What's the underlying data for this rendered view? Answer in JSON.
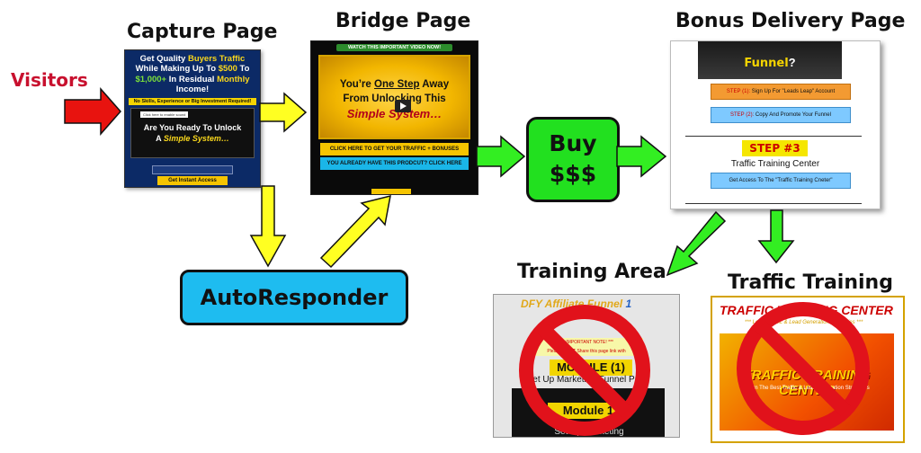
{
  "headings": {
    "capture": "Capture Page",
    "bridge": "Bridge Page",
    "bonus": "Bonus Delivery Page",
    "training": "Training Area",
    "traffic": "Traffic Training"
  },
  "visitors": "Visitors",
  "buy": {
    "line1": "Buy",
    "line2": "$$$"
  },
  "autoresponder": "AutoResponder",
  "capture_page": {
    "headline_a": "Get Quality ",
    "headline_b": "Buyers Traffic",
    "headline_c": " While Making Up To ",
    "headline_d": "$500",
    "headline_e": " To ",
    "headline_f": "$1,000+",
    "headline_g": " In Residual ",
    "headline_h": "Monthly",
    "headline_i": " Income!",
    "bar": "No Skills, Experience or Big Investment Required!",
    "tiny": "Click here to enable sound",
    "question_a": "Are You Ready To Unlock",
    "question_b": "A ",
    "question_c": "Simple System…",
    "button": "Get Instant Access"
  },
  "bridge_page": {
    "top_bar": "WATCH THIS IMPORTANT VIDEO NOW!",
    "line1a": "You’re ",
    "line1b": "One Step",
    "line1c": " Away",
    "line2": "From Unlocking This",
    "line3": "Simple System…",
    "btn1": "CLICK HERE TO GET YOUR TRAFFIC + BONUSES",
    "btn2": "YOU ALREADY HAVE THIS PRODCUT? CLICK HERE"
  },
  "bonus_page": {
    "head": "Funnel",
    "head_q": "?",
    "step1a": "STEP (1):",
    "step1b": " Sign Up For \"Leads Leap\" Account",
    "step2a": "STEP (2):",
    "step2b": " Copy And Promote Your Funnel",
    "step3": "STEP #3",
    "ttc": "Traffic Training Center",
    "access": "Get Access To The \"Traffic Training Cneter\""
  },
  "training_area": {
    "brand_a": "DFY Affiliate Funnel ",
    "brand_b": "1",
    "note1": "*** IMPORTANT NOTE! ***",
    "note2": "Please DON'T Share this page link with",
    "module": "MODULE (1)",
    "sub": "Set Up Marketing Funnel Page",
    "module2": "Module 1",
    "sub2": "Set Up Marketing"
  },
  "traffic_training": {
    "title": "TRAFFIC TRAINING CENTER",
    "subtitle": "*** Learn Traffic & Lead Generation Strategies ***",
    "art_title": "TRAFFIC TRAINING CENTER",
    "art_sub": "Learn The Best Traffic & Lead Generation Strategies"
  },
  "colors": {
    "red_arrow": "#e8130f",
    "yellow_arrow": "#ffff22",
    "green_arrow": "#33ee22",
    "buy": "#22e01f",
    "autoresponder": "#1ebcf0",
    "no_sign": "#e1121b"
  }
}
